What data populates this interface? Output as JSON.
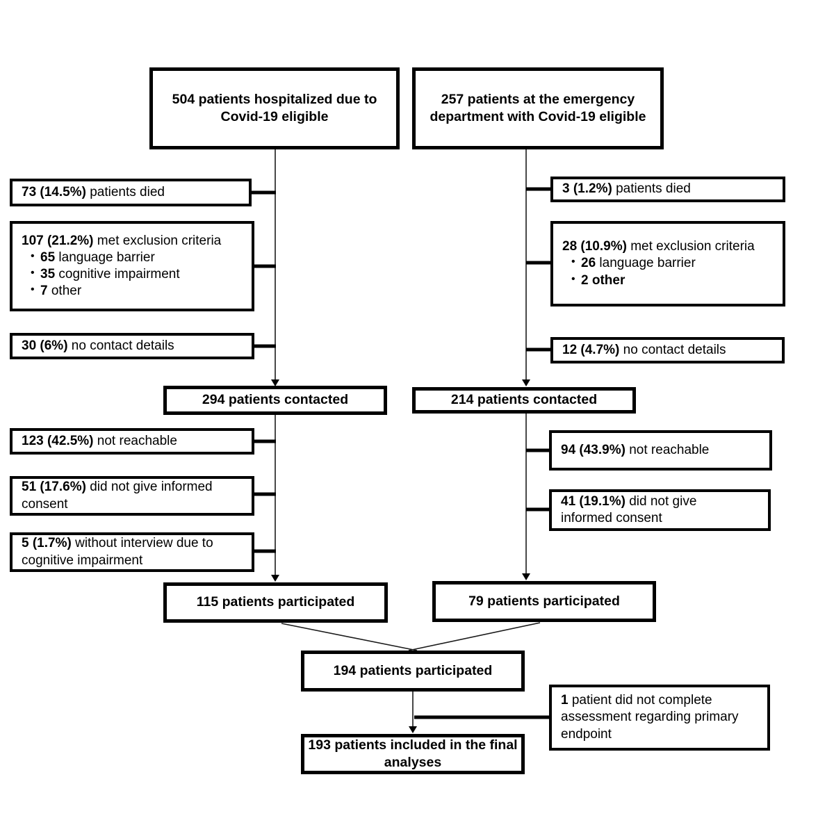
{
  "flow": {
    "hosp_eligible": "504 patients hospitalized due to Covid-19 eligible",
    "ed_eligible": "257 patients at the emergency department with Covid-19 eligible",
    "hosp_contacted": "294 patients contacted",
    "ed_contacted": "214 patients contacted",
    "hosp_participated": "115 patients participated",
    "ed_participated": "79 patients participated",
    "combined_participated": "194 patients participated",
    "final_included": "193 patients included in the final analyses"
  },
  "hosp_exclusions": {
    "died": {
      "lead": "73 (14.5%)",
      "rest": " patients died"
    },
    "excluded": {
      "lead": "107 (21.2%)",
      "rest": " met exclusion criteria",
      "bullets": [
        {
          "lead": "65",
          "rest": " language barrier"
        },
        {
          "lead": "35",
          "rest": " cognitive impairment"
        },
        {
          "lead": "7",
          "rest": " other"
        }
      ]
    },
    "no_contact": {
      "lead": "30 (6%)",
      "rest": " no contact details"
    },
    "not_reachable": {
      "lead": "123 (42.5%)",
      "rest": " not reachable"
    },
    "no_consent": {
      "lead": "51 (17.6%)",
      "rest": " did not give informed consent"
    },
    "no_interview": {
      "lead": "5 (1.7%)",
      "rest": " without interview due to cognitive impairment"
    }
  },
  "ed_exclusions": {
    "died": {
      "lead": "3 (1.2%)",
      "rest": " patients died"
    },
    "excluded": {
      "lead": "28 (10.9%)",
      "rest": " met exclusion criteria",
      "bullets": [
        {
          "lead": "26",
          "rest": " language barrier"
        },
        {
          "lead": "2 other",
          "rest": ""
        }
      ]
    },
    "no_contact": {
      "lead": "12 (4.7%)",
      "rest": " no contact details"
    },
    "not_reachable": {
      "lead": "94 (43.9%)",
      "rest": " not reachable"
    },
    "no_consent": {
      "lead": "41 (19.1%)",
      "rest": " did not give informed consent"
    }
  },
  "post": {
    "incomplete": {
      "lead": "1",
      "rest": " patient did not complete assessment regarding primary endpoint"
    }
  },
  "glyphs": {
    "bullet": "•"
  },
  "colors": {
    "ink": "#000000",
    "background": "#ffffff"
  }
}
